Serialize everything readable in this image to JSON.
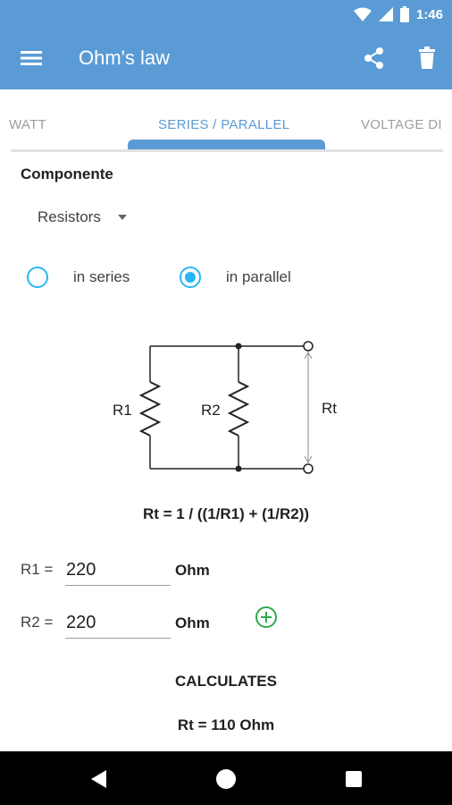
{
  "status_bar": {
    "time": "1:46"
  },
  "toolbar": {
    "title": "Ohm's law"
  },
  "tabs": [
    {
      "label": "WATT",
      "active": false
    },
    {
      "label": "SERIES / PARALLEL",
      "active": true
    },
    {
      "label": "VOLTAGE DI",
      "active": false
    }
  ],
  "component": {
    "section_label": "Componente",
    "selected": "Resistors"
  },
  "mode": {
    "series_label": "in series",
    "parallel_label": "in parallel",
    "selected": "in parallel"
  },
  "circuit": {
    "r1_label": "R1",
    "r2_label": "R2",
    "rt_label": "Rt"
  },
  "formula": "Rt = 1 / ((1/R1) + (1/R2))",
  "fields": [
    {
      "label": "R1 =",
      "value": "220",
      "unit": "Ohm"
    },
    {
      "label": "R2 =",
      "value": "220",
      "unit": "Ohm"
    }
  ],
  "actions": {
    "calculate_label": "CALCULATES"
  },
  "result": "Rt = 110 Ohm",
  "colors": {
    "app_bar": "#5b9bd5",
    "radio_accent": "#29b6f6",
    "add_icon": "#2eaa4a"
  }
}
